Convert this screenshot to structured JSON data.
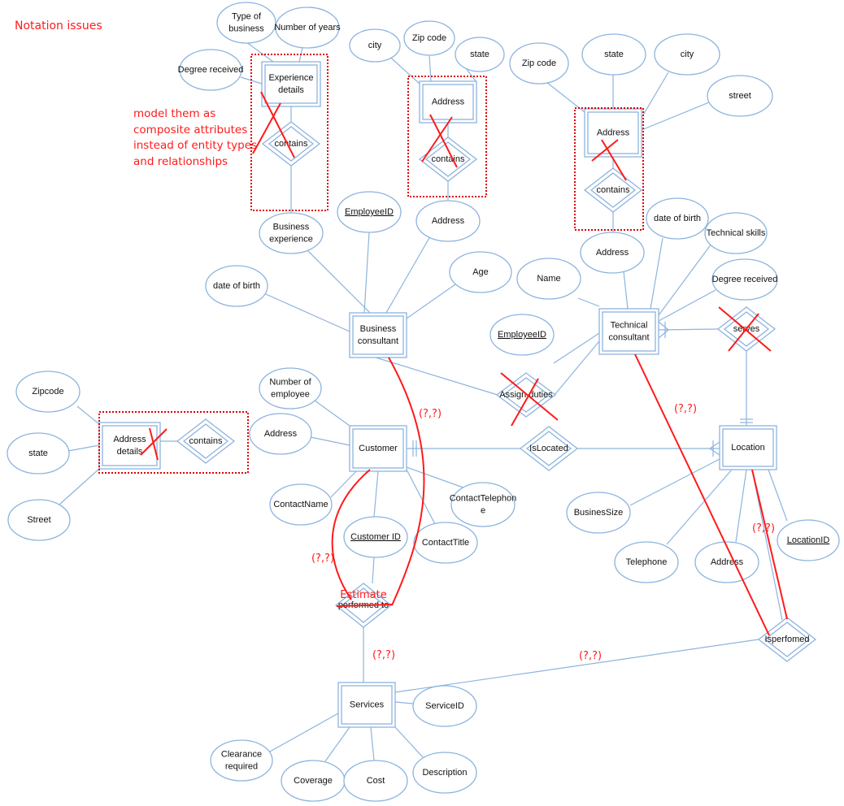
{
  "annotations": {
    "title": "Notation issues",
    "composite_note": [
      "model them as",
      "composite attributes",
      "instead of entity types",
      "and relationships"
    ],
    "estimate": "Estimate",
    "cardinality": [
      "(?,?)",
      "(?,?)",
      "(?,?)",
      "(?,?)",
      "(?,?)",
      "(?,?)"
    ]
  },
  "entities": {
    "experience_details": [
      "Experience",
      "details"
    ],
    "address_bc": [
      "Address"
    ],
    "address_tc": [
      "Address"
    ],
    "business_consultant": [
      "Business",
      "consultant"
    ],
    "technical_consultant": [
      "Technical",
      "consultant"
    ],
    "address_details": [
      "Address",
      "details"
    ],
    "customer": [
      "Customer"
    ],
    "location": [
      "Location"
    ],
    "services": [
      "Services"
    ]
  },
  "relationships": {
    "contains_exp": "contains",
    "contains_addr_bc": "contains",
    "contains_addr_tc": "contains",
    "serves": "serves",
    "assign_duties": "Assign duties",
    "contains_cust": "contains",
    "is_located": "IsLocated",
    "performed_to": "performed to",
    "isperfomed": "Isperfomed"
  },
  "attributes": {
    "type_of_business": [
      "Type of",
      "business"
    ],
    "number_of_years": [
      "Number of years"
    ],
    "degree_received_bc": [
      "Degree received"
    ],
    "business_experience": [
      "Business",
      "experience"
    ],
    "employee_id_bc": [
      "EmployeeID"
    ],
    "city_bc": [
      "city"
    ],
    "zip_code_bc": [
      "Zip code"
    ],
    "state_bc": [
      "state"
    ],
    "address_attr_bc": [
      "Address"
    ],
    "age": [
      "Age"
    ],
    "date_of_birth_bc": [
      "date of birth"
    ],
    "zip_code_tc": [
      "Zip code"
    ],
    "state_tc": [
      "state"
    ],
    "city_tc": [
      "city"
    ],
    "street_tc": [
      "street"
    ],
    "address_attr_tc": [
      "Address"
    ],
    "date_of_birth_tc": [
      "date of birth"
    ],
    "technical_skills": [
      "Technical skills"
    ],
    "name": [
      "Name"
    ],
    "degree_received_tc": [
      "Degree received"
    ],
    "employee_id_tc": [
      "EmployeeID"
    ],
    "number_of_employee": [
      "Number of",
      "employee"
    ],
    "address_cust": [
      "Address"
    ],
    "zipcode": [
      "Zipcode"
    ],
    "state_cust": [
      "state"
    ],
    "street_cust": [
      "Street"
    ],
    "contact_name": [
      "ContactName"
    ],
    "contact_telephone": [
      "ContactTelephon",
      "e"
    ],
    "customer_id": [
      "Customer ID"
    ],
    "contact_title": [
      "ContactTitle"
    ],
    "busines_size": [
      "BusinesSize"
    ],
    "telephone": [
      "Telephone"
    ],
    "address_loc": [
      "Address"
    ],
    "location_id": [
      "LocationID"
    ],
    "service_id": [
      "ServiceID"
    ],
    "clearance_required": [
      "Clearance",
      "required"
    ],
    "coverage": [
      "Coverage"
    ],
    "cost": [
      "Cost"
    ],
    "description": [
      "Description"
    ]
  },
  "colors": {
    "line": "#8db4de",
    "annotation": "#ff1a1a"
  }
}
